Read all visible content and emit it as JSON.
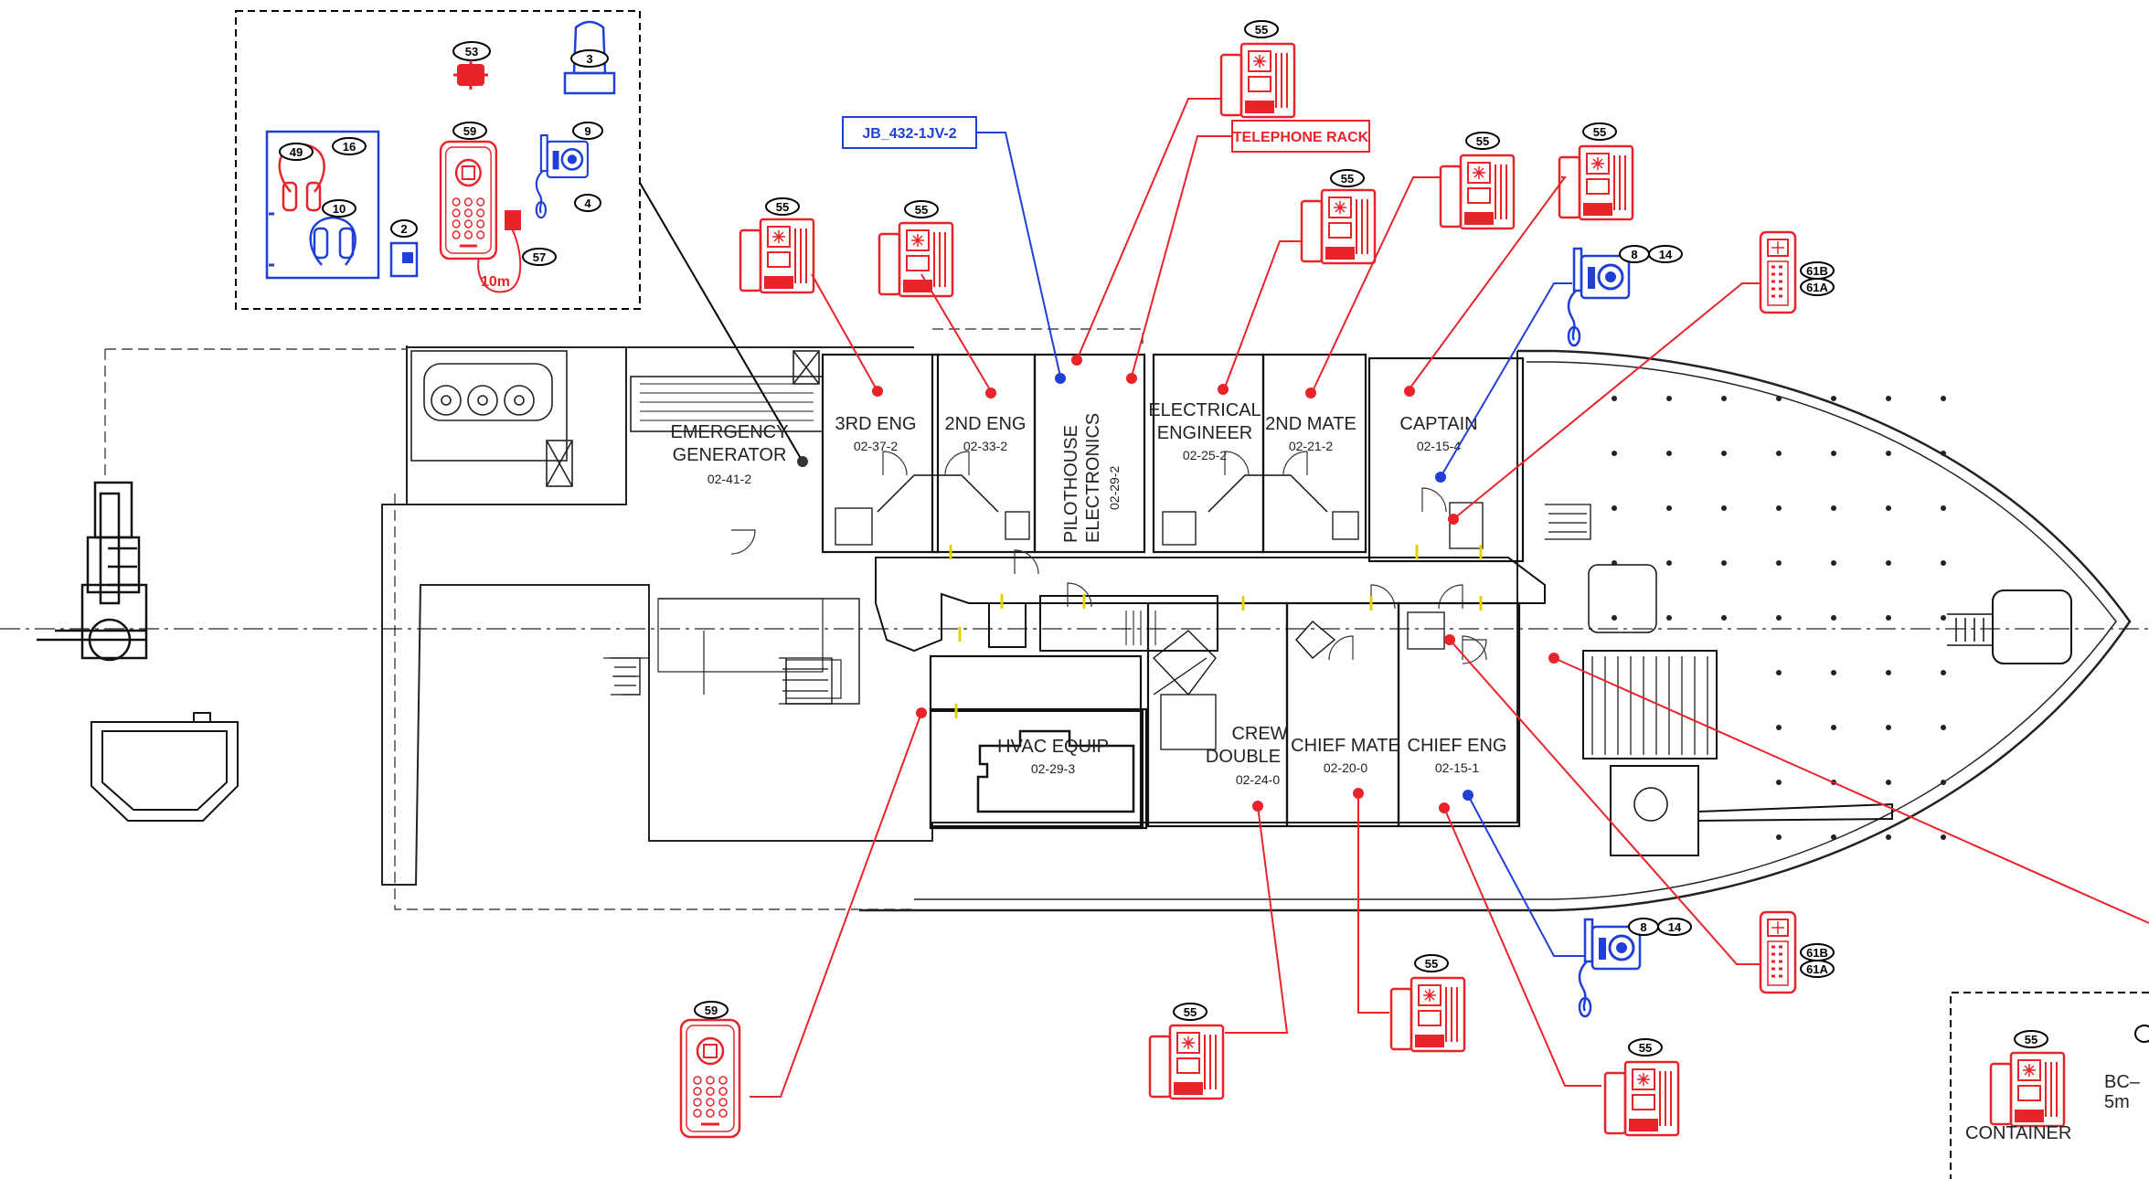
{
  "rooms": [
    {
      "name": "3RD ENG",
      "code": "02-37-2"
    },
    {
      "name": "2ND ENG",
      "code": "02-33-2"
    },
    {
      "name": "PILOTHOUSE",
      "name2": "ELECTRONICS",
      "code": "02-29-2"
    },
    {
      "name": "ELECTRICAL",
      "name2": "ENGINEER",
      "code": "02-25-2"
    },
    {
      "name": "2ND MATE",
      "code": "02-21-2"
    },
    {
      "name": "CAPTAIN",
      "code": "02-15-4"
    },
    {
      "name": "EMERGENCY",
      "name2": "GENERATOR",
      "code": "02-41-2"
    },
    {
      "name": "HVAC EQUIP",
      "code": "02-29-3"
    },
    {
      "name": "CREW",
      "name2": "DOUBLE",
      "code": "02-24-0"
    },
    {
      "name": "CHIEF MATE",
      "code": "02-20-0"
    },
    {
      "name": "CHIEF ENG",
      "code": "02-15-1"
    }
  ],
  "callouts": {
    "junction_box": "JB_432-1JV-2",
    "telephone_rack": "TELEPHONE RACK"
  },
  "legend": {
    "tag_53": "53",
    "tag_3": "3",
    "tag_59": "59",
    "tag_9": "9",
    "tag_4": "4",
    "tag_49": "49",
    "tag_16": "16",
    "tag_10": "10",
    "tag_2": "2",
    "tag_57": "57",
    "cable_length": "10m"
  },
  "device_tags": {
    "phone": "55",
    "blue_a": "8",
    "blue_b": "14",
    "panel_b": "61B",
    "panel_a": "61A",
    "intercom": "59"
  },
  "container_box": {
    "tag": "55",
    "label": "CONTAINER",
    "code_partial": "BC–",
    "length": "5m"
  },
  "colors": {
    "red_device": "#e8232a",
    "blue_device": "#1f3fd6",
    "line": "#222222"
  }
}
